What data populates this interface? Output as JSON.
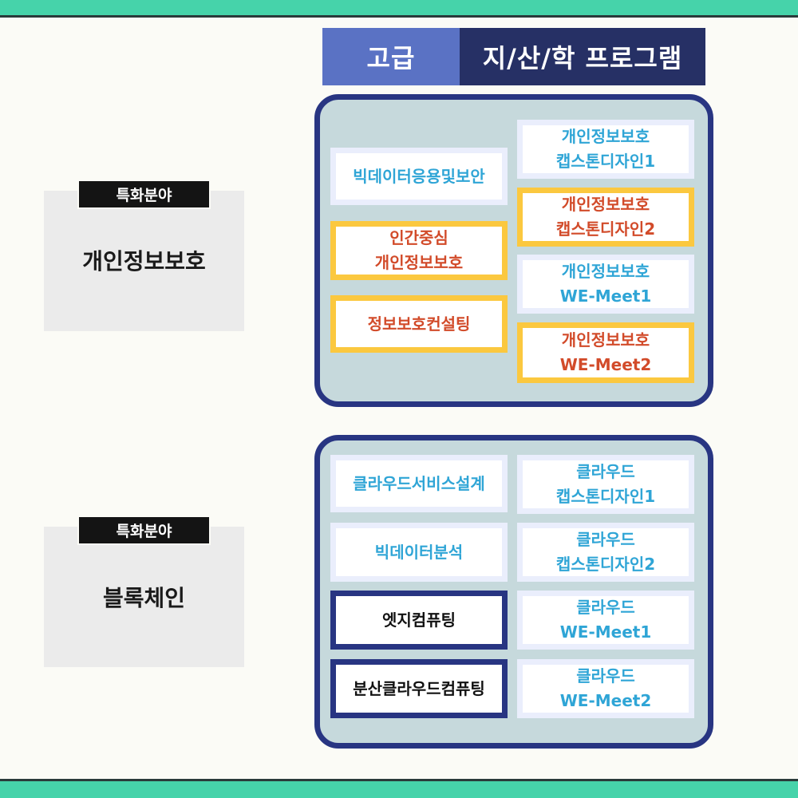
{
  "header": {
    "level": "고급",
    "program": "지/산/학 프로그램"
  },
  "sections": [
    {
      "tag": "특화분야",
      "title": "개인정보보호",
      "left_column": [
        {
          "lines": [
            "빅데이터응용및보안"
          ],
          "style": "blue"
        },
        {
          "lines": [
            "인간중심",
            "개인정보보호"
          ],
          "style": "red"
        },
        {
          "lines": [
            "정보보호컨설팅"
          ],
          "style": "red"
        }
      ],
      "right_column": [
        {
          "lines": [
            "개인정보보호",
            "캡스톤디자인1"
          ],
          "style": "blue"
        },
        {
          "lines": [
            "개인정보보호",
            "캡스톤디자인2"
          ],
          "style": "red"
        },
        {
          "lines": [
            "개인정보보호",
            "WE-Meet1"
          ],
          "style": "blue"
        },
        {
          "lines": [
            "개인정보보호",
            "WE-Meet2"
          ],
          "style": "red"
        }
      ]
    },
    {
      "tag": "특화분야",
      "title": "블록체인",
      "left_column": [
        {
          "lines": [
            "클라우드서비스설계"
          ],
          "style": "blue"
        },
        {
          "lines": [
            "빅데이터분석"
          ],
          "style": "blue"
        },
        {
          "lines": [
            "엣지컴퓨팅"
          ],
          "style": "dark"
        },
        {
          "lines": [
            "분산클라우드컴퓨팅"
          ],
          "style": "dark"
        }
      ],
      "right_column": [
        {
          "lines": [
            "클라우드",
            "캡스톤디자인1"
          ],
          "style": "blue"
        },
        {
          "lines": [
            "클라우드",
            "캡스톤디자인2"
          ],
          "style": "blue"
        },
        {
          "lines": [
            "클라우드",
            "WE-Meet1"
          ],
          "style": "blue"
        },
        {
          "lines": [
            "클라우드",
            "WE-Meet2"
          ],
          "style": "blue"
        }
      ]
    }
  ],
  "colors": {
    "band": "#46d3aa",
    "header_left_bg": "#5a72c4",
    "header_right_bg": "#263065",
    "panel_border": "#283582",
    "panel_bg": "#c6d9dc",
    "text_blue": "#2fa5d6",
    "text_red": "#d24b2a",
    "highlight_yellow": "#fbc83f"
  }
}
